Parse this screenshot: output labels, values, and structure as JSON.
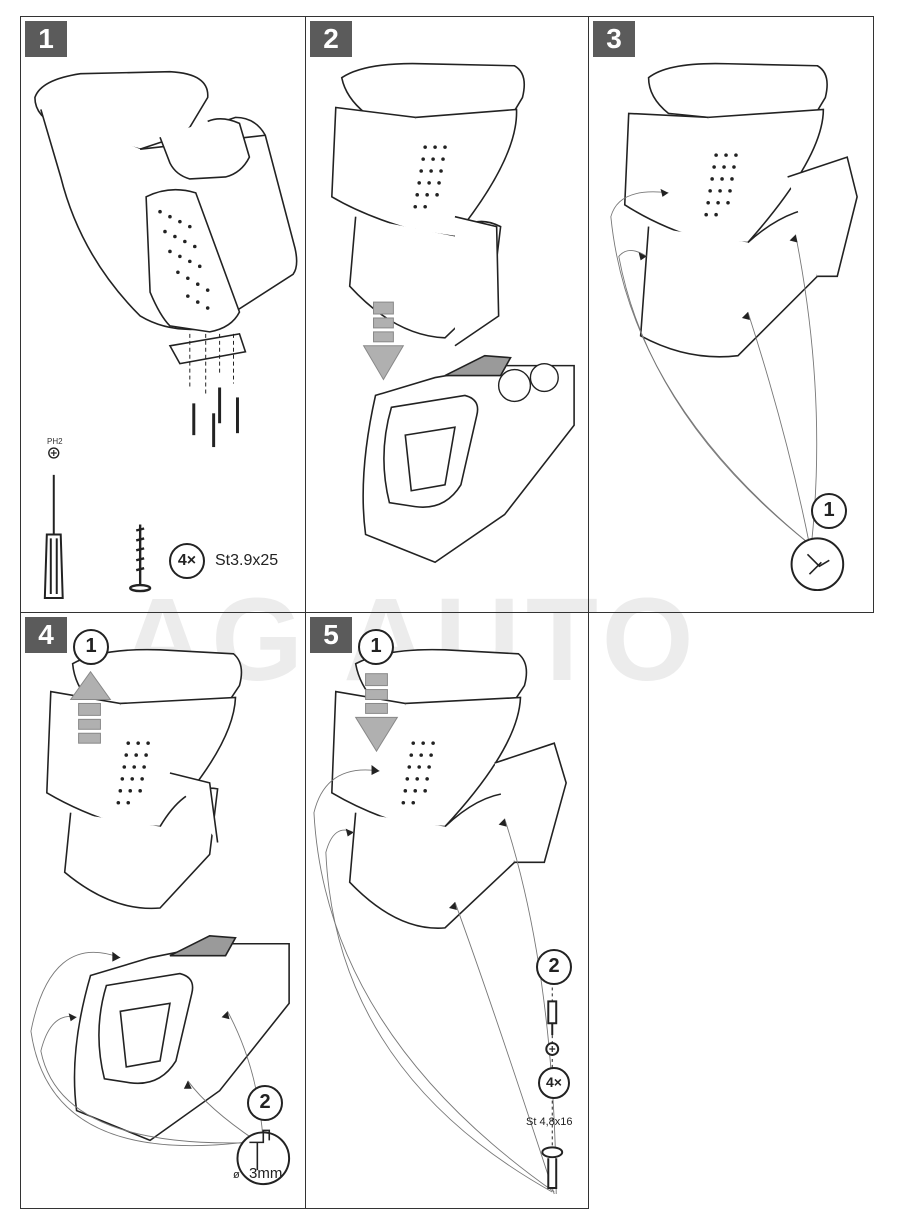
{
  "watermark": "AG AUTO",
  "steps": [
    {
      "number": "1",
      "tool_label": "PH2",
      "screw_count": "4×",
      "screw_spec": "St3.9x25"
    },
    {
      "number": "2"
    },
    {
      "number": "3",
      "callout": "1"
    },
    {
      "number": "4",
      "callout_1": "1",
      "callout_2": "2",
      "drill_size": "3mm",
      "drill_symbol": "ø"
    },
    {
      "number": "5",
      "callout_1": "1",
      "callout_2": "2",
      "screw_count": "4×",
      "screw_spec": "St 4,8x16"
    }
  ]
}
